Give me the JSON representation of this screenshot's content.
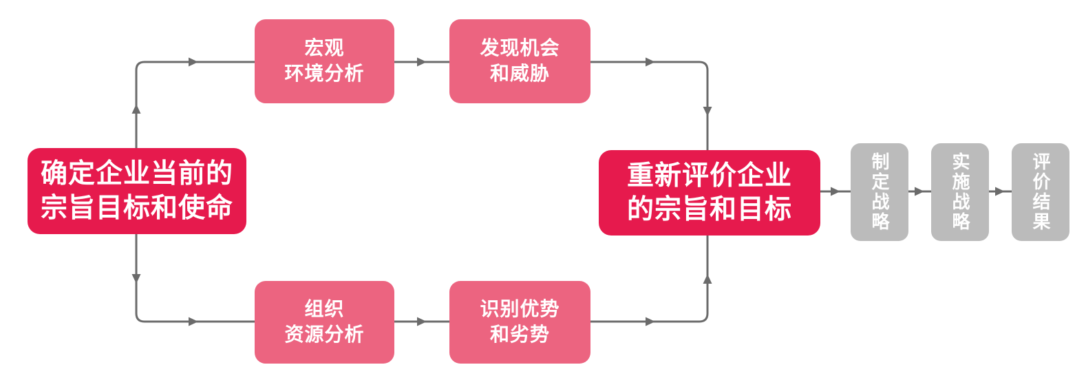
{
  "colors": {
    "primary_red": "#E61A4D",
    "rose_pink": "#EC6480",
    "gray_node": "#BBBBBB",
    "connector": "#6B6B6B",
    "text_on_node": "#FFFFFF",
    "background": "#FFFFFF"
  },
  "nodes": {
    "current_mission": {
      "line1": "确定企业当前的",
      "line2": "宗旨目标和使命"
    },
    "macro_env": {
      "line1": "宏观",
      "line2": "环境分析"
    },
    "opportunity_threat": {
      "line1": "发现机会",
      "line2": "和威胁"
    },
    "org_resource": {
      "line1": "组织",
      "line2": "资源分析"
    },
    "strength_weakness": {
      "line1": "识别优势",
      "line2": "和劣势"
    },
    "reevaluate_goals": {
      "line1": "重新评价企业",
      "line2": "的宗旨和目标"
    },
    "formulate_strategy": {
      "label": "制定战略"
    },
    "implement_strategy": {
      "label": "实施战略"
    },
    "evaluate_results": {
      "label": "评价结果"
    }
  }
}
